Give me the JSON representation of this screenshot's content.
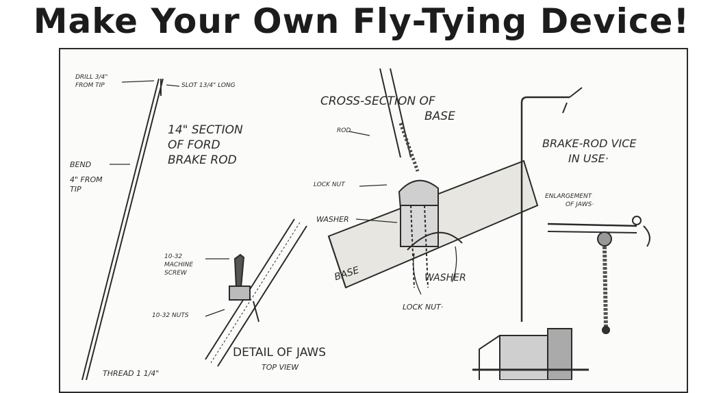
{
  "title": "Make Your Own Fly-Tying Device!",
  "labels": {
    "drill": [
      "DRILL 3/4\"",
      "FROM TIP"
    ],
    "slot": "SLOT 13/4\" LONG",
    "section": [
      "14\" SECTION",
      "OF FORD",
      "BRAKE ROD"
    ],
    "bend": [
      "BEND",
      "4\" FROM",
      "TIP"
    ],
    "thread": "THREAD 1 1/4\"",
    "screw": [
      "10-32",
      "MACHINE",
      "SCREW"
    ],
    "nuts": "10-32 NUTS",
    "jaws_title": "DETAIL OF JAWS",
    "jaws_sub": "TOP VIEW",
    "cross_section": [
      "CROSS-SECTION OF",
      "BASE"
    ],
    "rod": "ROD",
    "lock_nut_1": "LOCK NUT",
    "washer_1": "WASHER",
    "base": "BASE",
    "washer_2": "WASHER",
    "lock_nut_2": "LOCK NUT·",
    "vice": [
      "BRAKE-ROD VICE",
      "IN USE·"
    ],
    "enlargement": [
      "ENLARGEMENT",
      "OF JAWS·"
    ]
  }
}
